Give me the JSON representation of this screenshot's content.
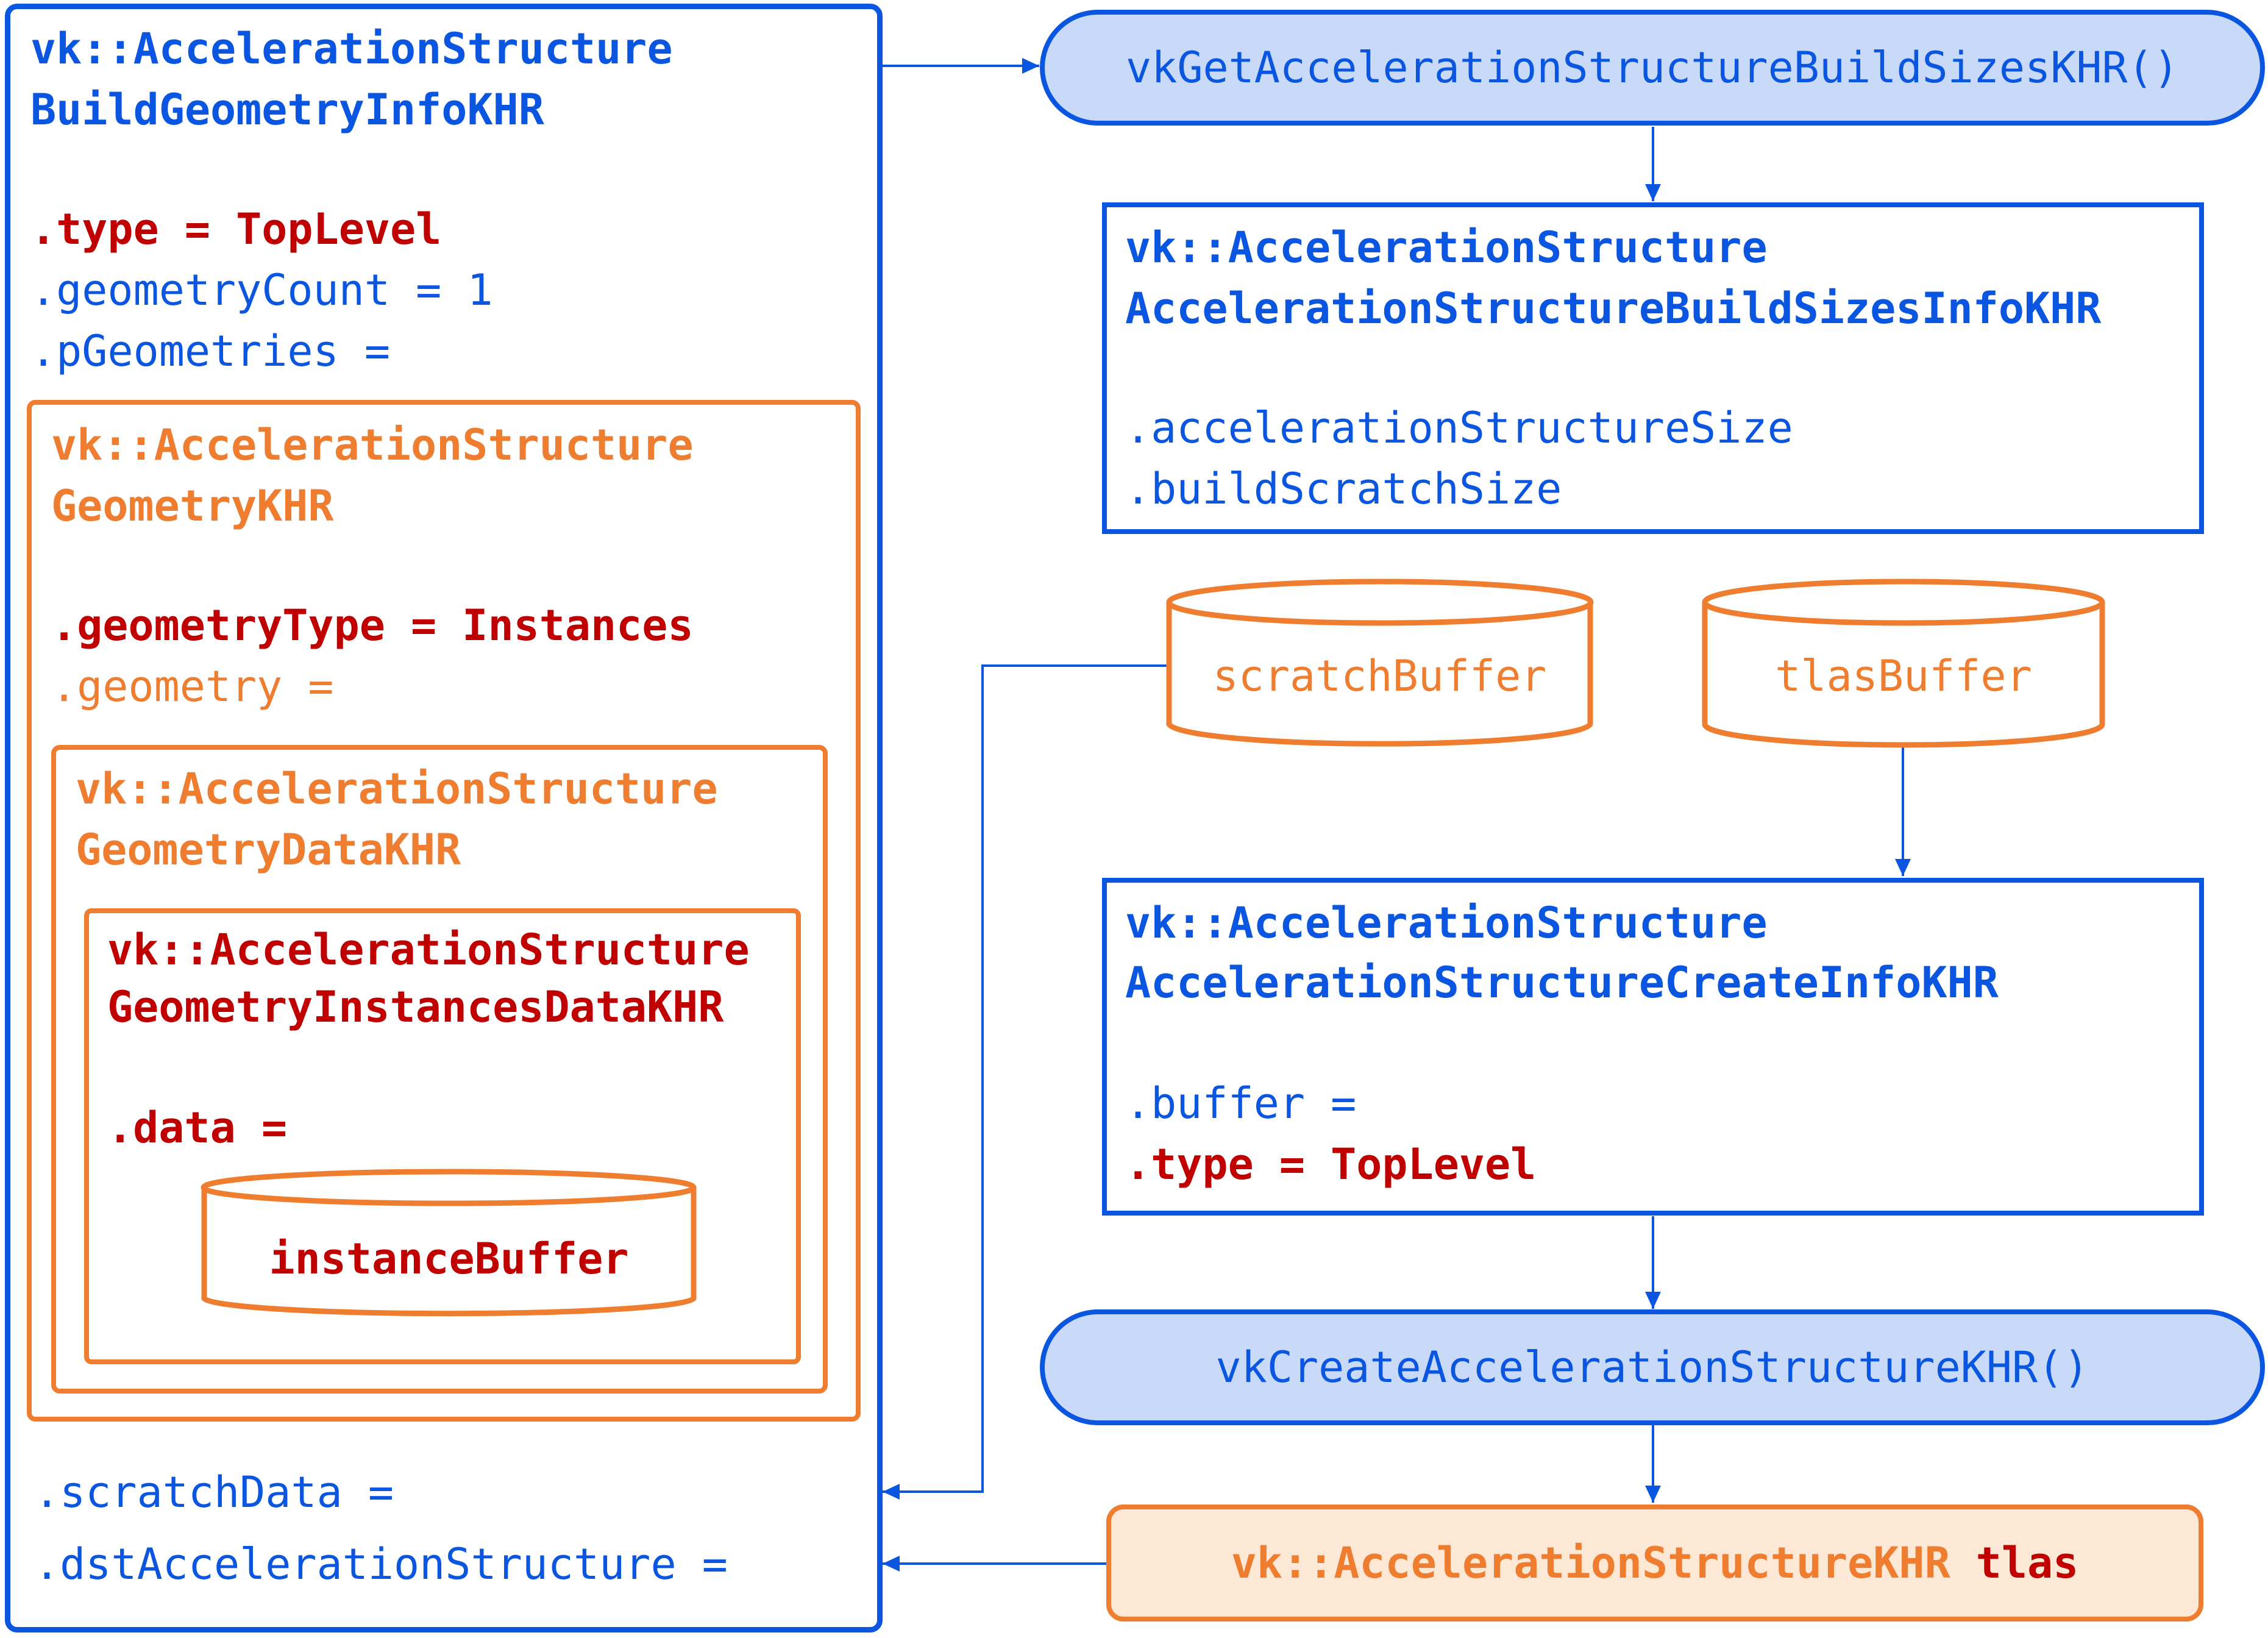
{
  "build_info": {
    "title_line1": "vk::AccelerationStructure",
    "title_line2": "BuildGeometryInfoKHR",
    "type_line": ".type = TopLevel",
    "geometry_count_line": ".geometryCount = 1",
    "p_geometries_line": ".pGeometries =",
    "scratch_data_line": ".scratchData =",
    "dst_line": ".dstAccelerationStructure ="
  },
  "geometry": {
    "title_line1": "vk::AccelerationStructure",
    "title_line2": "GeometryKHR",
    "geometry_type_line": ".geometryType = Instances",
    "geometry_line": ".geometry ="
  },
  "geometry_data": {
    "title_line1": "vk::AccelerationStructure",
    "title_line2": "GeometryDataKHR"
  },
  "instances_data": {
    "title_line1": "vk::AccelerationStructure",
    "title_line2": "GeometryInstancesDataKHR",
    "data_line": ".data ="
  },
  "buffers": {
    "instance": "instanceBuffer",
    "scratch": "scratchBuffer",
    "tlas": "tlasBuffer"
  },
  "functions": {
    "get_build_sizes": "vkGetAccelerationStructureBuildSizesKHR()",
    "create": "vkCreateAccelerationStructureKHR()"
  },
  "build_sizes_info": {
    "title_line1": "vk::AccelerationStructure",
    "title_line2": "AccelerationStructureBuildSizesInfoKHR",
    "field1": ".accelerationStructureSize",
    "field2": ".buildScratchSize"
  },
  "create_info": {
    "title_line1": "vk::AccelerationStructure",
    "title_line2": "AccelerationStructureCreateInfoKHR",
    "buffer_line": ".buffer =",
    "type_line": ".type = TopLevel"
  },
  "result": {
    "type_label": "vk::AccelerationStructureKHR",
    "name_label": "tlas"
  },
  "colors": {
    "blue": "#0b56e0",
    "orange": "#ee7d30",
    "red": "#c00000",
    "function_fill": "#c9daf8",
    "result_fill": "#fce8d4"
  }
}
